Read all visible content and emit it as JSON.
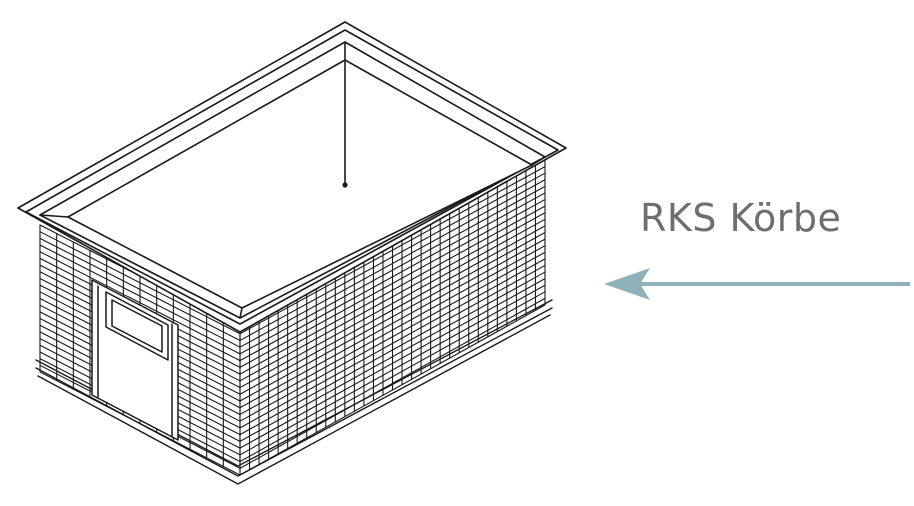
{
  "label": {
    "text": "RKS Körbe",
    "color": "#6e6e6e"
  },
  "arrow": {
    "direction": "left",
    "color": "#8fb1ba"
  },
  "drawing": {
    "subject": "wire-mesh-basket",
    "line_color": "#1a1a1a",
    "fill_color": "#ffffff"
  }
}
